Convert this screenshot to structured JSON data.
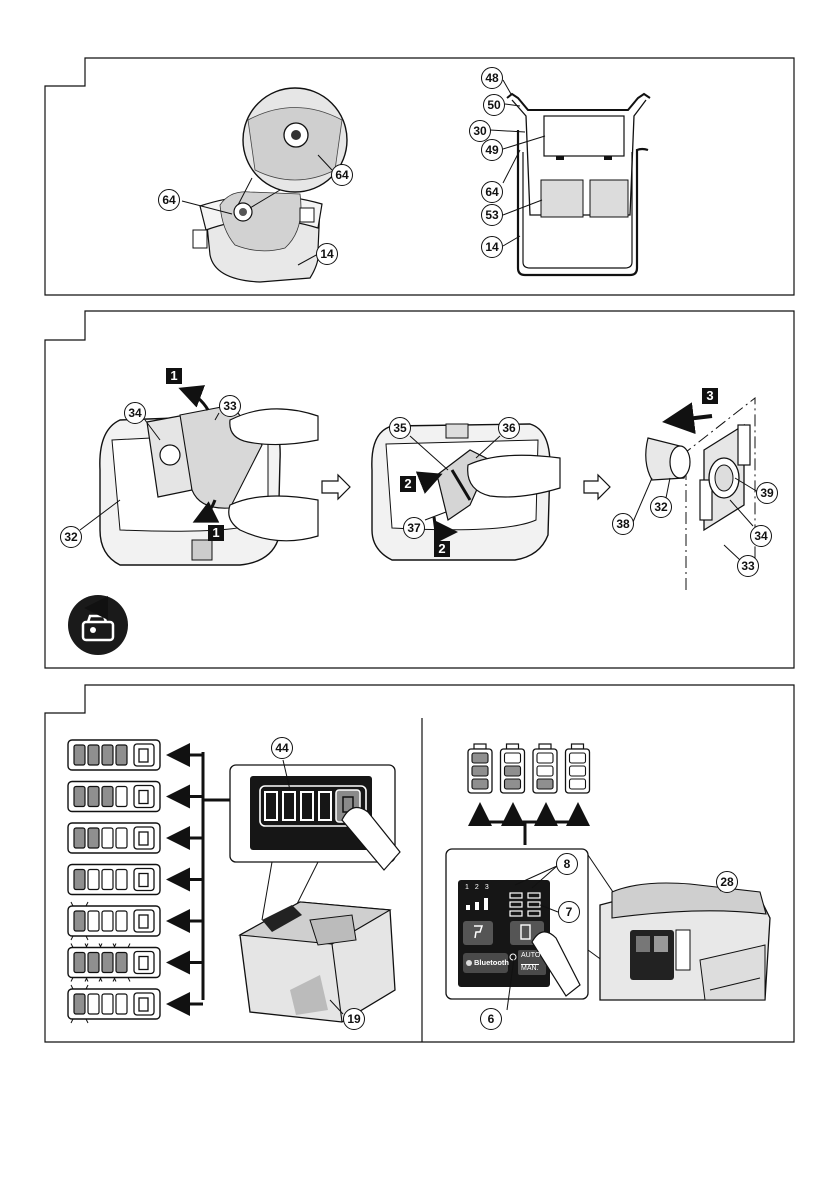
{
  "top_panel": {
    "left_callouts": [
      "64",
      "64",
      "14"
    ],
    "right_callouts": [
      "48",
      "50",
      "30",
      "49",
      "64",
      "53",
      "14"
    ]
  },
  "middle_panel": {
    "steps": [
      "1",
      "1",
      "2",
      "2",
      "3"
    ],
    "left_callouts": [
      "34",
      "33",
      "32"
    ],
    "center_callouts": [
      "35",
      "36",
      "37"
    ],
    "right_callouts": [
      "38",
      "32",
      "39",
      "34",
      "33"
    ]
  },
  "bottom_panel": {
    "battery_callouts": [
      "44",
      "19"
    ],
    "control_callouts": [
      "8",
      "7",
      "28",
      "6"
    ],
    "control_labels": {
      "levels": [
        "1",
        "2",
        "3"
      ],
      "bluetooth": "Bluetooth",
      "auto": "AUTO",
      "man": "MAN."
    },
    "indicator_rows": [
      {
        "filled": 4,
        "blink": false
      },
      {
        "filled": 3,
        "blink": false
      },
      {
        "filled": 2,
        "blink": false
      },
      {
        "filled": 1,
        "blink": false
      },
      {
        "filled": 1,
        "blink": true
      },
      {
        "filled": 4,
        "blink": true
      },
      {
        "filled": 1,
        "blink": true
      }
    ]
  }
}
